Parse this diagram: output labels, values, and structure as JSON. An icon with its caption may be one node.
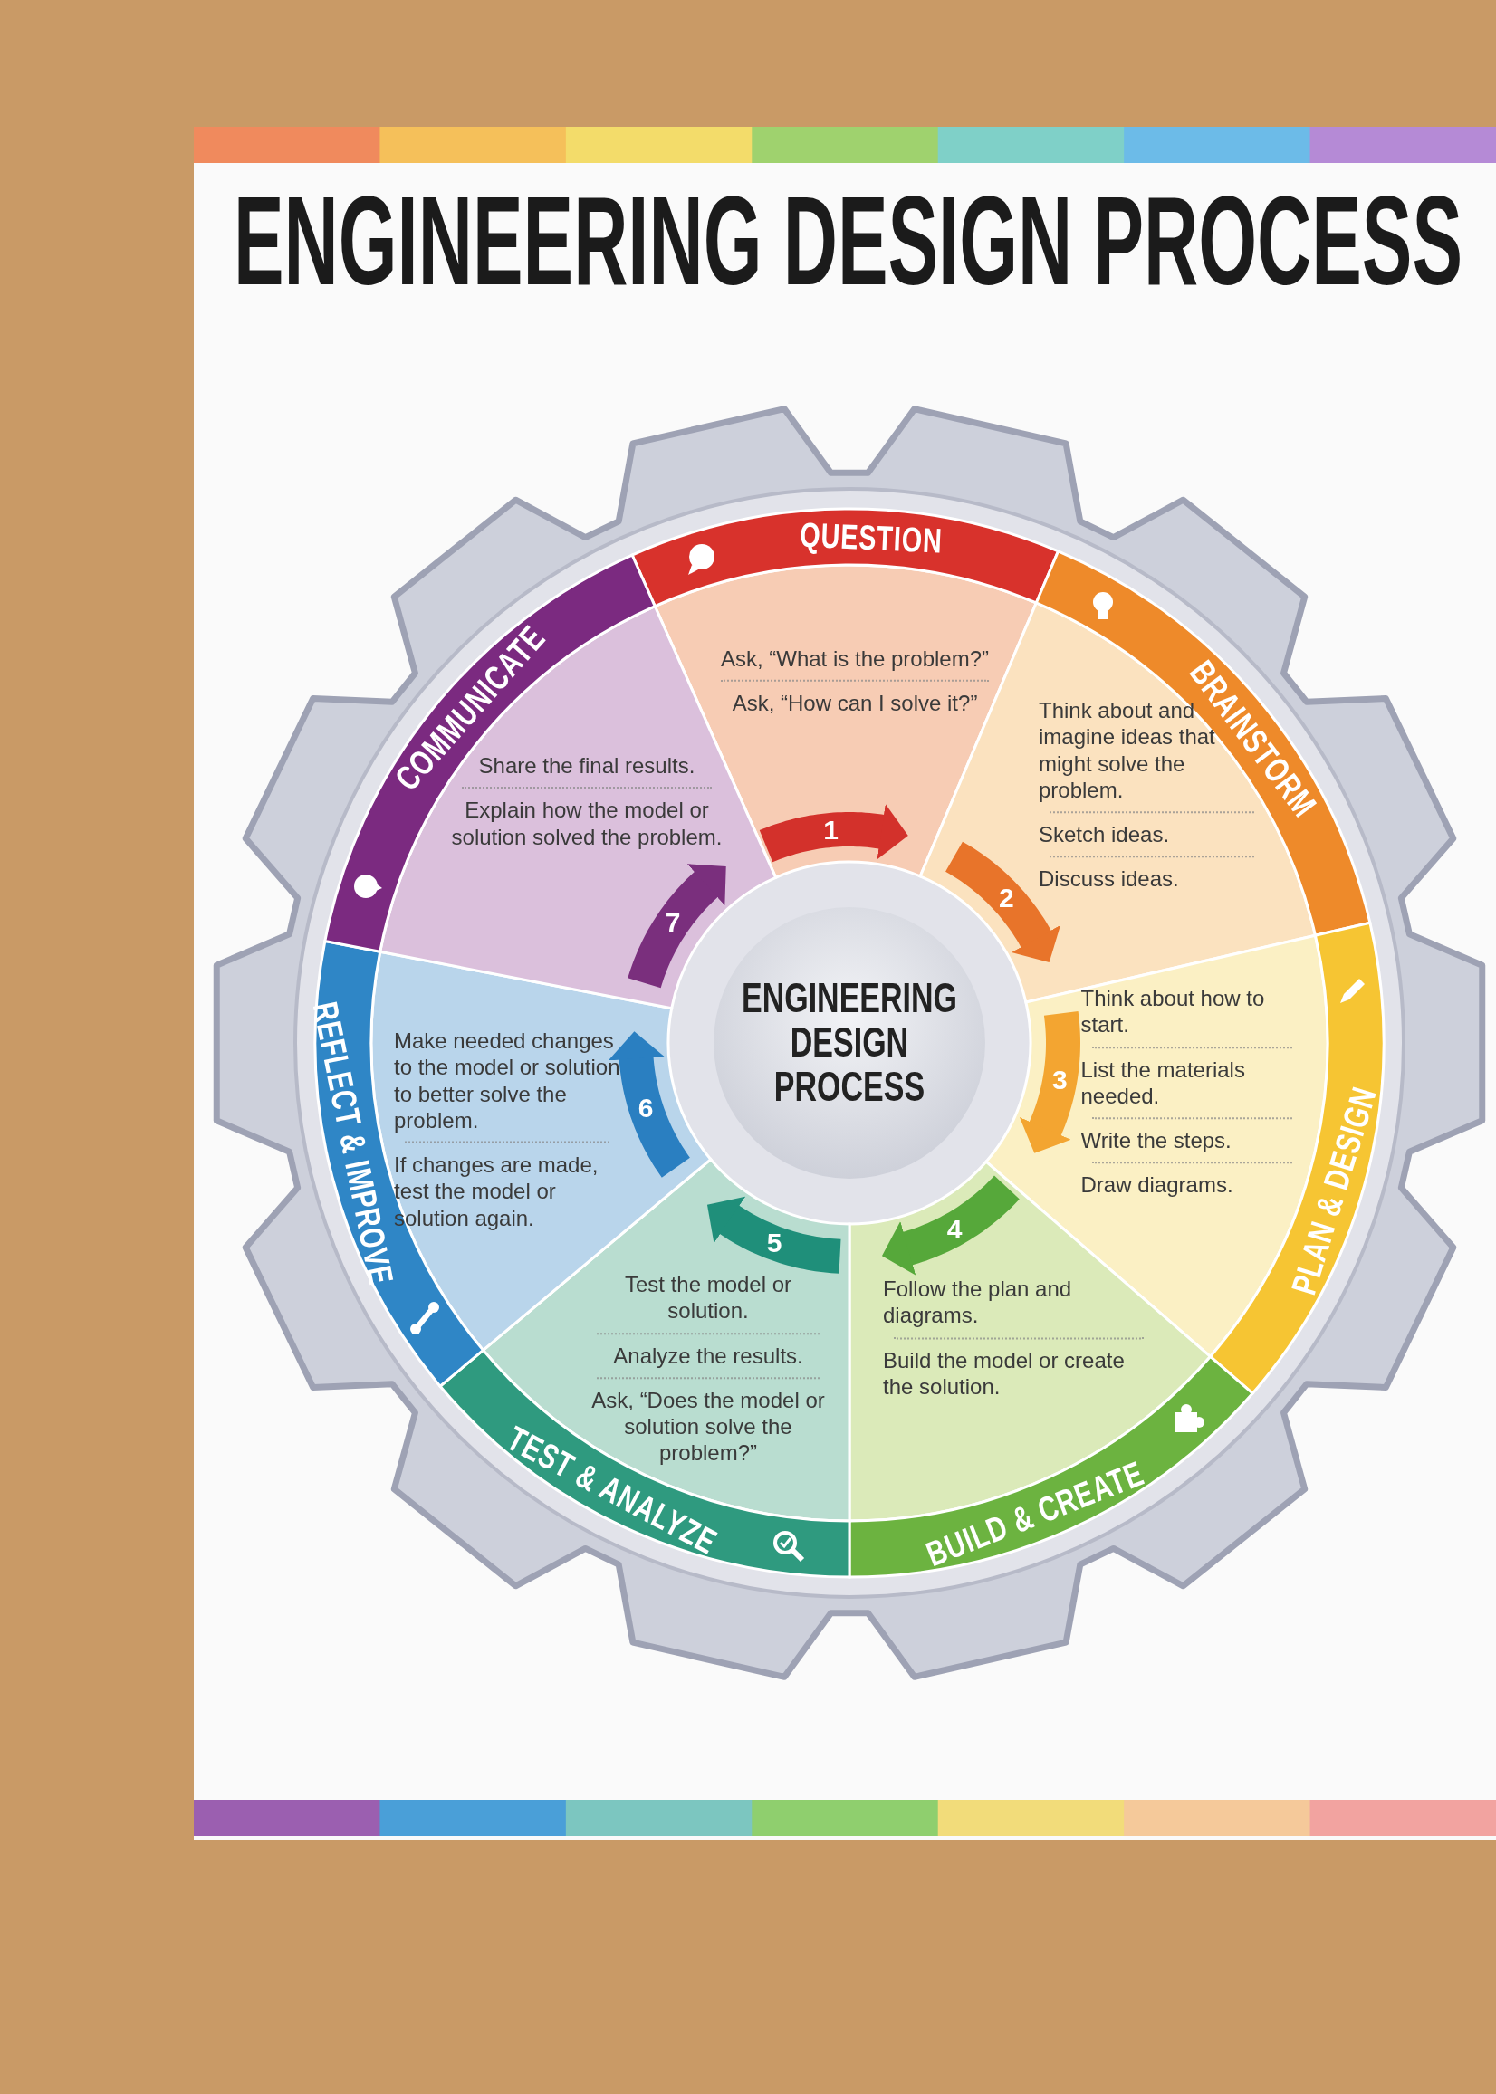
{
  "diagram": {
    "title": "ENGINEERING DESIGN PROCESS",
    "nodes": [
      {
        "text": [
          "QUESTION",
          "Ask, “What is the problem?”",
          "Ask, “How can I solve it?”"
        ]
      },
      {
        "text": [
          "BRAINSTORM",
          "Think about and imagine ideas that might solve the problem.",
          "Sketch ideas.",
          "Discuss ideas."
        ]
      },
      {
        "text": [
          "PLAN & DESIGN",
          "Think about how to start.",
          "List the materials needed.",
          "Write the steps.",
          "Draw diagrams."
        ]
      },
      {
        "text": [
          "BUILD & CREATE",
          "Follow the plan and diagrams.",
          "Build the model or create the solution."
        ]
      },
      {
        "text": [
          "TEST & ANALYZE",
          "Test the model or solution.",
          "Analyze the results.",
          "Ask, “Does the model or solution solve the problem?”"
        ]
      },
      {
        "text": [
          "REFLECT & IMPROVE",
          "Make needed changes to the model or solution to better solve the problem.",
          "If changes are made, test the model or solution again."
        ]
      },
      {
        "text": [
          "COMMUNICATE",
          "Share the final results.",
          "Explain how the model or solution solved the problem."
        ]
      },
      {
        "text": [
          "ENGINEERING DESIGN PROCESS"
        ]
      }
    ],
    "edges": [
      {
        "from": 0,
        "to": 1,
        "arrow": "to",
        "label": "1",
        "color": "#d3312b"
      },
      {
        "from": 1,
        "to": 2,
        "arrow": "to",
        "label": "2",
        "color": "#e8742a"
      },
      {
        "from": 2,
        "to": 3,
        "arrow": "to",
        "label": "3",
        "color": "#f3a531"
      },
      {
        "from": 3,
        "to": 4,
        "arrow": "to",
        "label": "4",
        "color": "#56a83a"
      },
      {
        "from": 4,
        "to": 5,
        "arrow": "to",
        "label": "5",
        "color": "#1f8f7a"
      },
      {
        "from": 5,
        "to": 6,
        "arrow": "to",
        "label": "6",
        "color": "#2a7fc1"
      },
      {
        "from": 6,
        "to": 0,
        "arrow": "to",
        "label": "7",
        "color": "#7a2f7d"
      }
    ]
  }
}
